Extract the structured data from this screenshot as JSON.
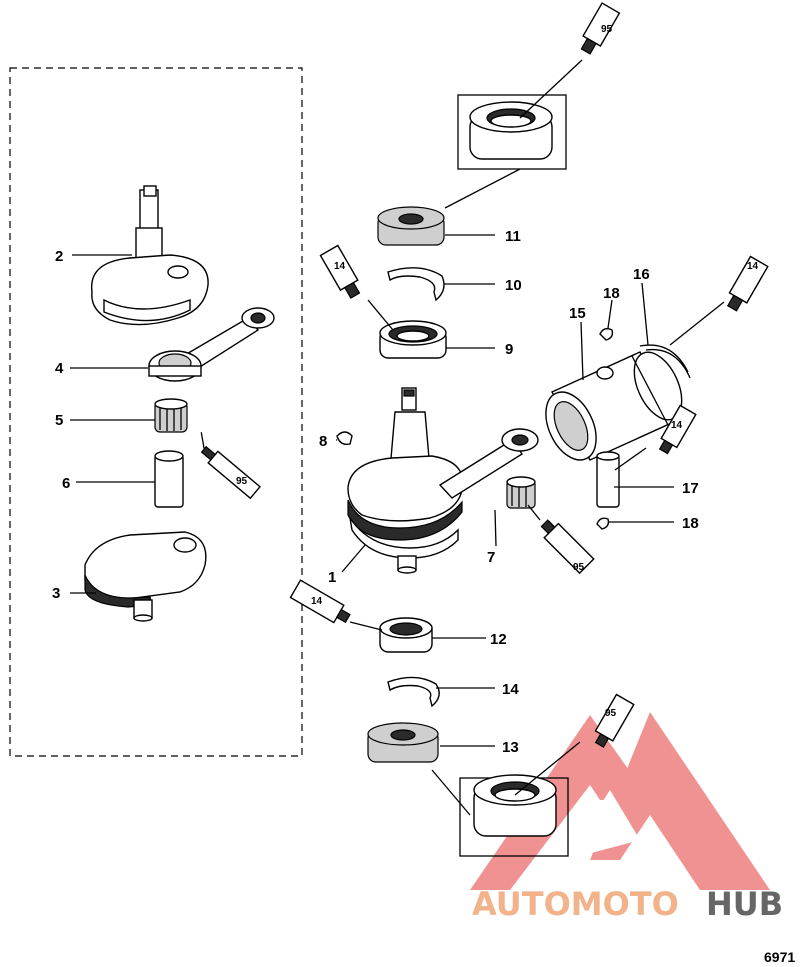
{
  "diagram": {
    "callouts": [
      "1",
      "2",
      "3",
      "4",
      "5",
      "6",
      "7",
      "8",
      "9",
      "10",
      "11",
      "12",
      "13",
      "14",
      "15",
      "16",
      "17",
      "18"
    ],
    "tube_labels": {
      "grease_95": "95",
      "sealant_14": "14"
    },
    "figure_id": "6971",
    "watermark": {
      "part_a": "AUTOMOTO",
      "part_b": "HUB"
    },
    "colors": {
      "line": "#000000",
      "watermark_primary": "#f2b28a",
      "watermark_secondary": "#666666",
      "logo_red": "#ef7f7f"
    }
  }
}
